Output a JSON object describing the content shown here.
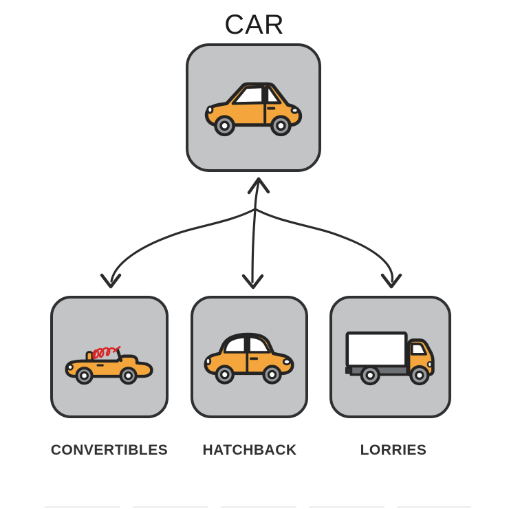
{
  "diagram": {
    "title": "CAR",
    "root": {
      "id": "car",
      "label": "CAR",
      "icon": "car-icon"
    },
    "children": [
      {
        "id": "convertibles",
        "label": "CONVERTIBLES",
        "icon": "convertible-car-icon"
      },
      {
        "id": "hatchback",
        "label": "HATCHBACK",
        "icon": "hatchback-car-icon"
      },
      {
        "id": "lorries",
        "label": "LORRIES",
        "icon": "lorry-truck-icon"
      }
    ],
    "arrows": {
      "style": "curved-branch",
      "up_arrowheads_to_root": 1,
      "down_arrowheads_to_children": 3
    },
    "colors": {
      "node_fill": "#c2c4c6",
      "node_border": "#2f3032",
      "vehicle_body": "#f4a63c",
      "vehicle_outline": "#242424",
      "wheel_tire": "#97999c",
      "truck_chassis": "#6d7074",
      "arrow_stroke": "#2b2b2b",
      "label_text": "#303030",
      "title_text": "#1b1b1b",
      "scribble_red": "#d92626"
    }
  }
}
